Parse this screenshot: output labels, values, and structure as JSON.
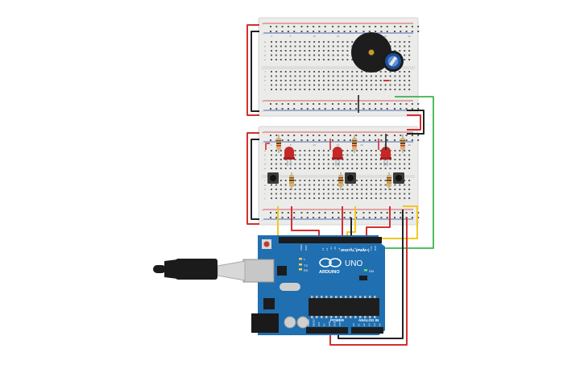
{
  "arduino": {
    "brand": "ARDUINO",
    "model": "UNO",
    "digital_label": "DIGITAL (PWM~)",
    "power_label": "POWER",
    "analog_label": "ANALOG IN",
    "tx_label": "TX",
    "rx_label": "RX",
    "l_label": "L",
    "on_label": "ON",
    "aref_label": "AREF",
    "gnd_label": "GND",
    "digital_pins": [
      "13",
      "12",
      "~11",
      "~10",
      "~9",
      "8",
      "7",
      "~6",
      "~5",
      "4",
      "~3",
      "2",
      "TX1",
      "RX0"
    ],
    "power_pins": [
      "IOREF",
      "RESET",
      "3V3",
      "5V",
      "GND",
      "GND",
      "VIN"
    ],
    "analog_pins": [
      "A0",
      "A1",
      "A2",
      "A3",
      "A4",
      "A5"
    ]
  },
  "breadboard_top": {
    "columns": [
      1,
      5,
      10,
      15,
      20,
      25,
      30
    ],
    "rows": [
      "a",
      "b",
      "c",
      "d",
      "e",
      "f",
      "g",
      "h",
      "i",
      "j"
    ]
  },
  "breadboard_bottom": {
    "columns": [
      1,
      5,
      10,
      15,
      20,
      25,
      30
    ],
    "rows": [
      "a",
      "b",
      "c",
      "d",
      "e",
      "f",
      "g",
      "h",
      "i",
      "j"
    ]
  },
  "rail_symbols": [
    "+",
    "-"
  ],
  "colors": {
    "board_blue": "#1f6fb1",
    "wire_red": "#d32f2f",
    "wire_black": "#222222",
    "wire_yellow": "#f2c81e",
    "wire_green": "#3cb44b",
    "led_red": "#c62828",
    "breadboard": "#ebebea",
    "buzzer": "#1d1d1d",
    "pot": "#1e4e9a"
  }
}
